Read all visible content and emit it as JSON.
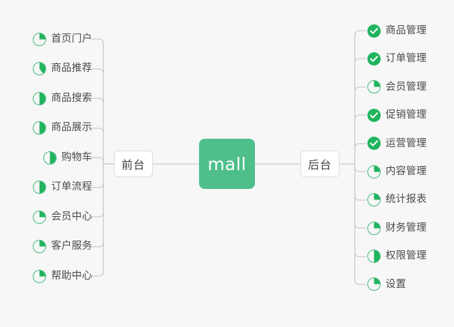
{
  "diagram": {
    "title": "mall",
    "background_color": "#f7f7f7",
    "accent_color": "#4ebf8b",
    "done_color": "#21b45e",
    "ring_color": "#3fb878",
    "text_color": "#4a4a4a",
    "connector_color": "#bfbfbf"
  },
  "root": {
    "label": "mall"
  },
  "branches": [
    {
      "id": "frontend",
      "label": "前台",
      "side": "left",
      "items": [
        {
          "label": "首页门户",
          "status": "pie",
          "progress": 25
        },
        {
          "label": "商品推荐",
          "status": "pie",
          "progress": 40
        },
        {
          "label": "商品搜索",
          "status": "pie",
          "progress": 50
        },
        {
          "label": "商品展示",
          "status": "pie",
          "progress": 50
        },
        {
          "label": "购物车",
          "status": "pie",
          "progress": 50
        },
        {
          "label": "订单流程",
          "status": "pie",
          "progress": 50
        },
        {
          "label": "会员中心",
          "status": "pie",
          "progress": 25
        },
        {
          "label": "客户服务",
          "status": "pie",
          "progress": 25
        },
        {
          "label": "帮助中心",
          "status": "pie",
          "progress": 25
        }
      ]
    },
    {
      "id": "backend",
      "label": "后台",
      "side": "right",
      "items": [
        {
          "label": "商品管理",
          "status": "check",
          "progress": 100
        },
        {
          "label": "订单管理",
          "status": "check",
          "progress": 100
        },
        {
          "label": "会员管理",
          "status": "pie",
          "progress": 25
        },
        {
          "label": "促销管理",
          "status": "check",
          "progress": 100
        },
        {
          "label": "运营管理",
          "status": "check",
          "progress": 100
        },
        {
          "label": "内容管理",
          "status": "pie",
          "progress": 25
        },
        {
          "label": "统计报表",
          "status": "pie",
          "progress": 25
        },
        {
          "label": "财务管理",
          "status": "pie",
          "progress": 25
        },
        {
          "label": "权限管理",
          "status": "pie",
          "progress": 50
        },
        {
          "label": "设置",
          "status": "pie",
          "progress": 25
        }
      ]
    }
  ]
}
